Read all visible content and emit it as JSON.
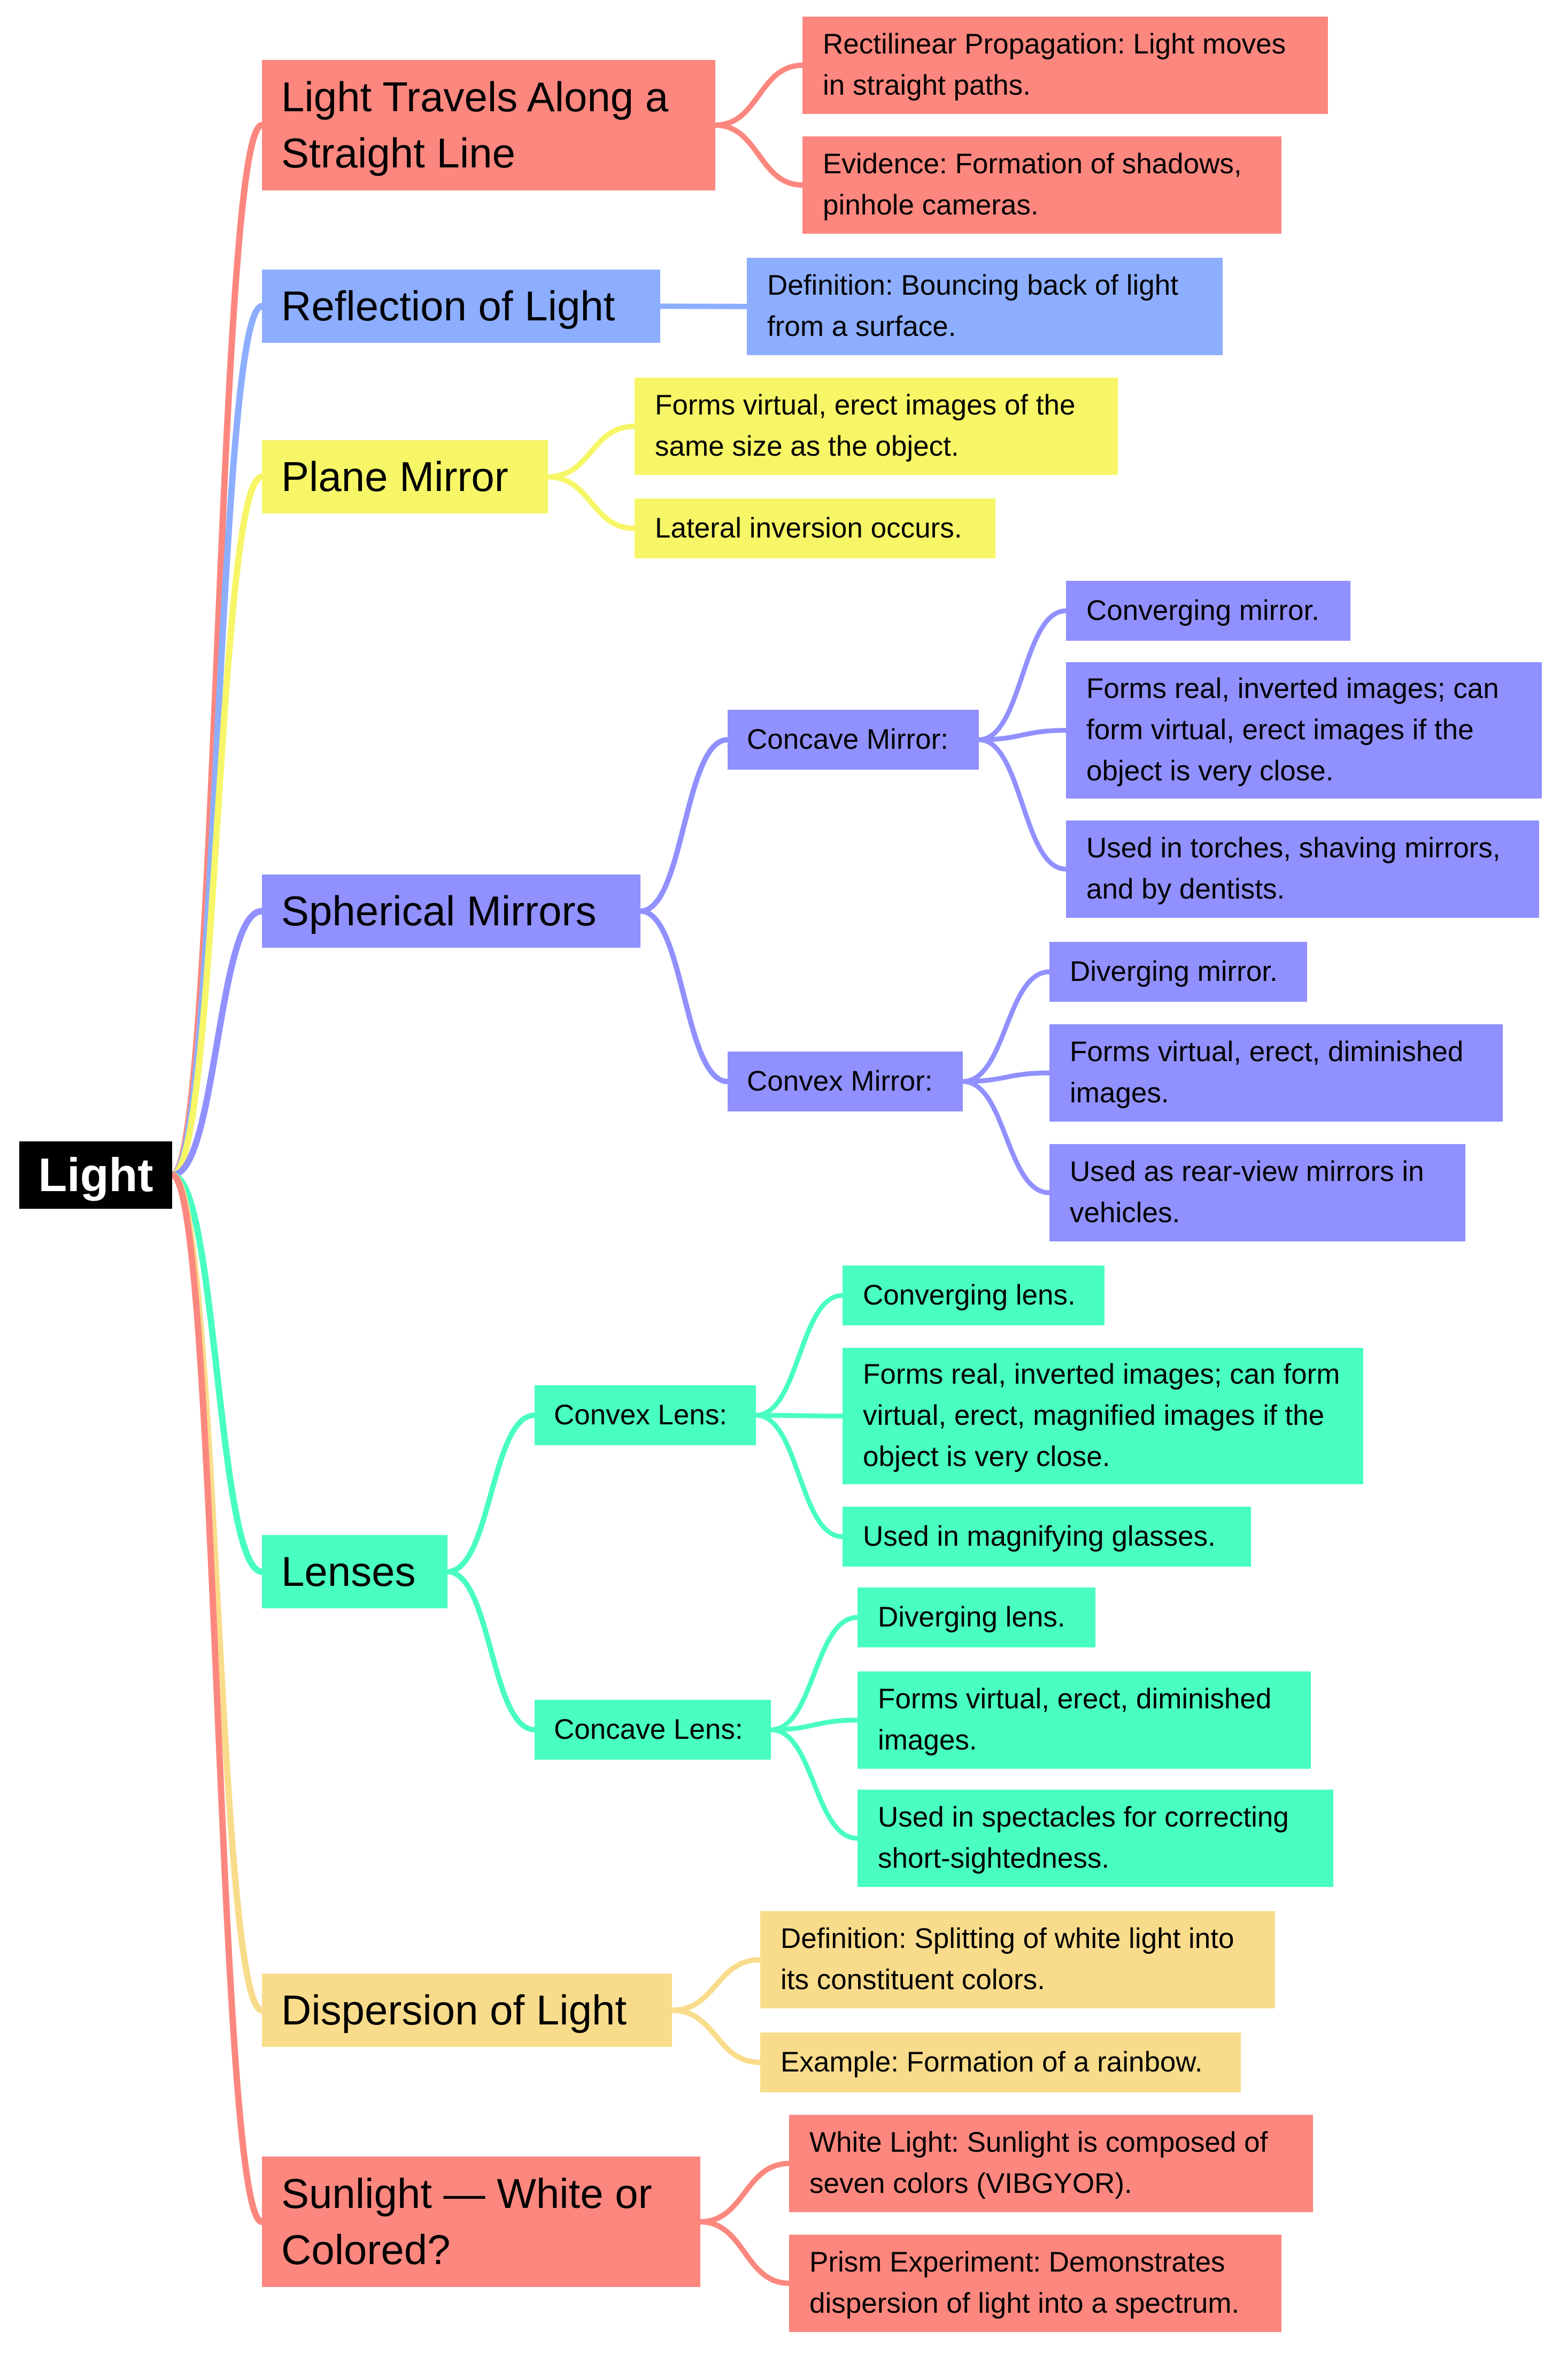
{
  "title": "Light",
  "colors": {
    "root": "#000000",
    "red": "#fc877f",
    "blue": "#8daeff",
    "yellow": "#f6f667",
    "purple": "#9090ff",
    "green": "#48fec0",
    "orange": "#f9dc8b"
  },
  "root": {
    "label": "Light"
  },
  "branches": [
    {
      "label": "Light Travels Along a Straight Line",
      "color": "red",
      "children": [
        {
          "label": "Rectilinear Propagation: Light moves in straight paths."
        },
        {
          "label": "Evidence: Formation of shadows, pinhole cameras."
        }
      ]
    },
    {
      "label": "Reflection of Light",
      "color": "blue",
      "children": [
        {
          "label": "Definition: Bouncing back of light from a surface."
        }
      ]
    },
    {
      "label": "Plane Mirror",
      "color": "yellow",
      "children": [
        {
          "label": "Forms virtual, erect images of the same size as the object."
        },
        {
          "label": "Lateral inversion occurs."
        }
      ]
    },
    {
      "label": "Spherical Mirrors",
      "color": "purple",
      "children": [
        {
          "label": "Concave Mirror:",
          "children": [
            {
              "label": "Converging mirror."
            },
            {
              "label": "Forms real, inverted images; can form virtual, erect images if the object is very close."
            },
            {
              "label": "Used in torches, shaving mirrors, and by dentists."
            }
          ]
        },
        {
          "label": "Convex Mirror:",
          "children": [
            {
              "label": "Diverging mirror."
            },
            {
              "label": "Forms virtual, erect, diminished images."
            },
            {
              "label": "Used as rear-view mirrors in vehicles."
            }
          ]
        }
      ]
    },
    {
      "label": "Lenses",
      "color": "green",
      "children": [
        {
          "label": "Convex Lens:",
          "children": [
            {
              "label": "Converging lens."
            },
            {
              "label": "Forms real, inverted images; can form virtual, erect, magnified images if the object is very close."
            },
            {
              "label": "Used in magnifying glasses."
            }
          ]
        },
        {
          "label": "Concave Lens:",
          "children": [
            {
              "label": "Diverging lens."
            },
            {
              "label": "Forms virtual, erect, diminished images."
            },
            {
              "label": "Used in spectacles for correcting short-sightedness."
            }
          ]
        }
      ]
    },
    {
      "label": "Dispersion of Light",
      "color": "orange",
      "children": [
        {
          "label": "Definition: Splitting of white light into its constituent colors."
        },
        {
          "label": "Example: Formation of a rainbow."
        }
      ]
    },
    {
      "label": "Sunlight — White or Colored?",
      "color": "red",
      "children": [
        {
          "label": "White Light: Sunlight is composed of seven colors (VIBGYOR)."
        },
        {
          "label": "Prism Experiment: Demonstrates dispersion of light into a spectrum."
        }
      ]
    }
  ]
}
